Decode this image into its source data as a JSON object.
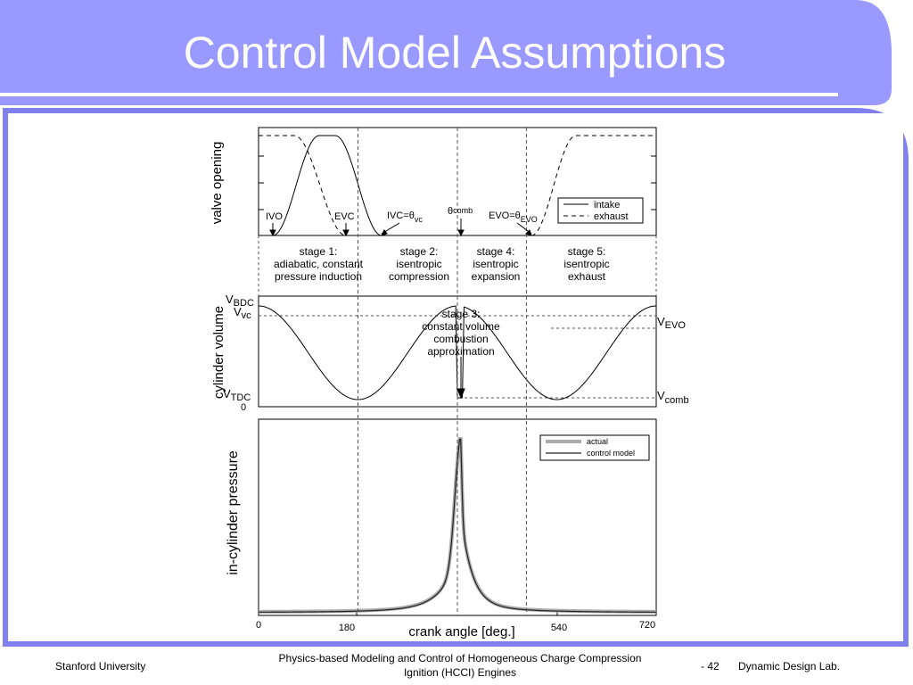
{
  "slide": {
    "title": "Control Model Assumptions",
    "theme_color": "#9999ff",
    "border_color": "#8080f0"
  },
  "footer": {
    "left": "Stanford University",
    "center_line1": "Physics-based Modeling and Control of Homogeneous Charge Compression",
    "center_line2": "Ignition (HCCI) Engines",
    "page": "- 42",
    "right": "Dynamic Design Lab."
  },
  "chart_data": {
    "type": "line",
    "x_range": [
      0,
      720
    ],
    "x_ticks": [
      "0",
      "180",
      "540",
      "720"
    ],
    "xlabel": "crank angle [deg.]",
    "marker_angles": [
      180,
      360,
      485
    ],
    "panels": [
      {
        "ylabel": "valve opening",
        "series": [
          {
            "name": "intake",
            "style": "solid"
          },
          {
            "name": "exhaust",
            "style": "dashed"
          }
        ],
        "annotations": {
          "ivo": "IVO",
          "evc": "EVC",
          "ivc_main": "IVC=θ",
          "ivc_sub": "vc",
          "comb_main": "θ",
          "comb_sub": "comb",
          "evo_main": "EVO=θ",
          "evo_sub": "EVO"
        }
      },
      {
        "stages": [
          {
            "lines": [
              "stage 1:",
              "adiabatic, constant",
              "pressure induction"
            ]
          },
          {
            "lines": [
              "stage 2:",
              "isentropic",
              "compression"
            ]
          },
          {
            "lines": [
              "stage 4:",
              "isentropic",
              "expansion"
            ]
          },
          {
            "lines": [
              "stage 5:",
              "isentropic",
              "exhaust"
            ]
          }
        ]
      },
      {
        "ylabel": "cylinder volume",
        "y_labels": {
          "bdc_main": "V",
          "bdc_sub": "BDC",
          "vc_main": "V",
          "vc_sub": "vc",
          "tdc_main": "V",
          "tdc_sub": "TDC",
          "zero": "0"
        },
        "right_labels": {
          "evo_main": "V",
          "evo_sub": "EVO",
          "comb_main": "V",
          "comb_sub": "comb"
        },
        "stage3": [
          "stage 3:",
          "constant volume",
          "combustion",
          "approximation"
        ]
      },
      {
        "ylabel": "in-cylinder pressure",
        "series": [
          {
            "name": "actual",
            "color": "#aaaaaa"
          },
          {
            "name": "control model",
            "color": "#222222"
          }
        ]
      }
    ]
  }
}
